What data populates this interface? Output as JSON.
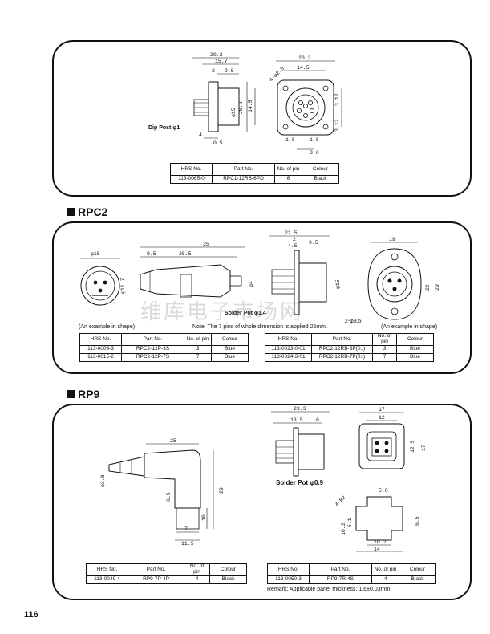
{
  "table_headers": {
    "hrs_no": "HRS No.",
    "part_no": "Part No.",
    "no_of_pin": "No. of pin",
    "colour": "Colour"
  },
  "section1": {
    "dims": {
      "d20_2_top": "20.2",
      "d15_7": "15.7",
      "d2": "2",
      "d9_5": "9.5",
      "d20_2_v": "20.2",
      "d14_5_v": "14.5",
      "phi15": "φ15",
      "d4": "4",
      "d0_5": "0.5",
      "r20_2": "20.2",
      "r14_5": "14.5",
      "r4phi2_5": "4-φ2.5",
      "r3_12a": "3.12",
      "r3_12b": "3.12",
      "r1_8a": "1.8",
      "r1_8b": "1.8",
      "r3_6": "3.6"
    },
    "dip_post_label": "Dip Post φ1",
    "table_rows": [
      {
        "hrs": "113-0065-0",
        "part": "RPC1-12RB-6PD",
        "pins": "6",
        "colour": "Black"
      }
    ]
  },
  "section2": {
    "title": "RPC2",
    "dims": {
      "phi15": "φ15",
      "phi11_7": "φ11.7",
      "d35": "35",
      "d9_5": "9.5",
      "d25_5": "25.5",
      "phi4": "φ4",
      "d22_5": "22.5",
      "d4_5": "4.5",
      "d2": "2",
      "d9_5b": "9.5",
      "phi15b": "φ15",
      "d19": "19",
      "d22": "22",
      "d29": "29",
      "d2phi3_5": "2-φ3.5"
    },
    "solder_pot_label": "Solder Pot φ1.4",
    "example_left": "(An example in shape)",
    "example_right": "(An example in shape)",
    "note": "Note: The 7 pins of whole dimension is applied 25mm.",
    "table_left_rows": [
      {
        "hrs": "113-0003-3",
        "part": "RPC2-12P-3S",
        "pins": "3",
        "colour": "Blue"
      },
      {
        "hrs": "113-0015-2",
        "part": "RPC2-12P-7S",
        "pins": "7",
        "colour": "Blue"
      }
    ],
    "table_right_rows": [
      {
        "hrs": "113-0023-0-01",
        "part": "RPC2-12RB-3P(01)",
        "pins": "3",
        "colour": "Blue"
      },
      {
        "hrs": "113-0024-3-01",
        "part": "RPC2-12RB-7P(01)",
        "pins": "7",
        "colour": "Blue"
      }
    ]
  },
  "section3": {
    "title": "RP9",
    "dims": {
      "d25": "25",
      "phi3_8": "φ3.8",
      "d6_5": "6.5",
      "d29": "29",
      "d10": "10",
      "d7": "7",
      "d11_5": "11.5",
      "d23_3": "23.3",
      "d13_5": "13.5",
      "d6": "6",
      "d17": "17",
      "d12": "12",
      "d12_5": "12.5",
      "d17v": "17",
      "d5_8": "5.8",
      "d4R2": "4-R2",
      "d10_2": "10.2",
      "d5_1": "5.1",
      "d10_2b": "10.2",
      "d14": "14",
      "d6_5b": "6.5"
    },
    "solder_pot_label": "Solder Pot φ0.9",
    "remark": "Remark: Applicable panel thickness: 1.6±0.03mm.",
    "table_left_rows": [
      {
        "hrs": "113-0049-4",
        "part": "RP9-7P-4P",
        "pins": "4",
        "colour": "Black"
      }
    ],
    "table_right_rows": [
      {
        "hrs": "113-0050-3",
        "part": "RP9-7R-4S",
        "pins": "4",
        "colour": "Black"
      }
    ]
  },
  "watermark": "维库电子市场网",
  "page_number": "116"
}
